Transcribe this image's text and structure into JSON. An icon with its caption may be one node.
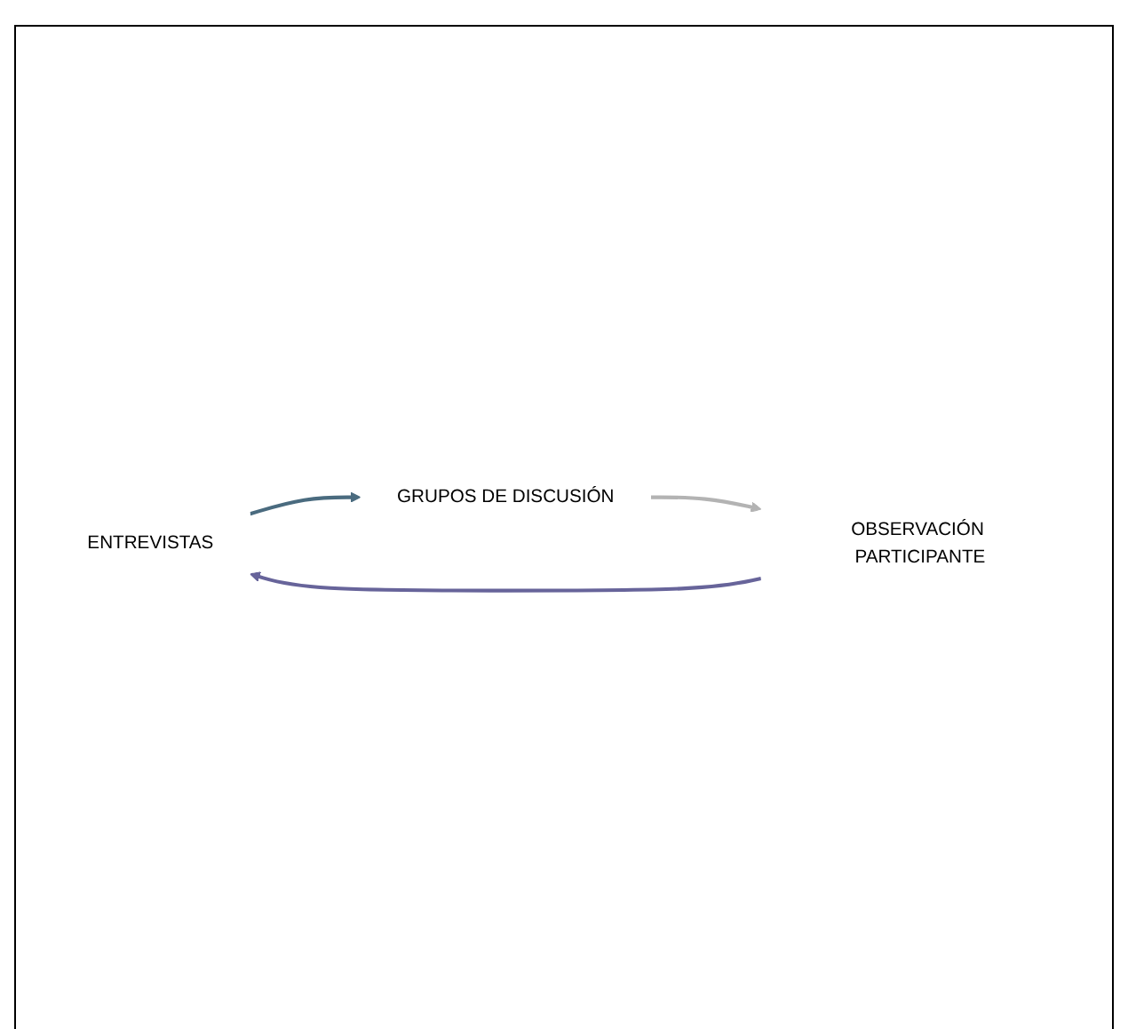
{
  "diagram": {
    "nodes": [
      {
        "text": [
          "ENTREVISTAS"
        ]
      },
      {
        "text": [
          "GRUPOS DE DISCUSIÓN"
        ]
      },
      {
        "text": [
          "OBSERVACIÓN PARTICIPANTE"
        ]
      }
    ],
    "edges": [
      {
        "from": 0,
        "to": 1,
        "arrow": "to",
        "color": "#4a6b7f"
      },
      {
        "from": 1,
        "to": 2,
        "arrow": "to",
        "color": "#b3b3b3"
      },
      {
        "from": 2,
        "to": 0,
        "arrow": "to",
        "color": "#67649a"
      }
    ]
  }
}
